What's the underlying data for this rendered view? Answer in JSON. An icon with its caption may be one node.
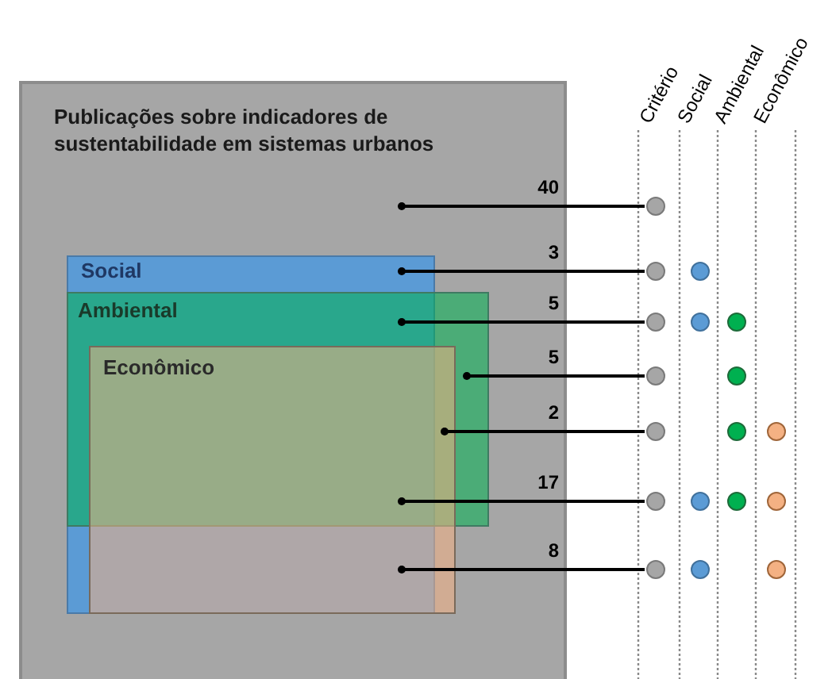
{
  "diagram": {
    "nodes": [
      {
        "text": [
          "Publicações sobre indicadores de sustentabilidade em sistemas urbanos"
        ]
      },
      {
        "text": [
          "Social"
        ],
        "in": 0
      },
      {
        "text": [
          "Ambiental"
        ],
        "in": 0
      },
      {
        "text": [
          "Econômico"
        ],
        "in": 0
      },
      {
        "text": [],
        "shape": "circle"
      },
      {
        "text": [],
        "shape": "circle"
      },
      {
        "text": [],
        "shape": "circle"
      },
      {
        "text": [],
        "shape": "circle"
      },
      {
        "text": [],
        "shape": "circle"
      },
      {
        "text": [],
        "shape": "circle"
      },
      {
        "text": [],
        "shape": "circle"
      },
      {
        "text": [],
        "shape": "circle"
      },
      {
        "text": [],
        "shape": "circle"
      },
      {
        "text": [],
        "shape": "circle"
      },
      {
        "text": [],
        "shape": "circle"
      },
      {
        "text": [],
        "shape": "circle"
      },
      {
        "text": [],
        "shape": "circle"
      },
      {
        "text": [],
        "shape": "circle"
      },
      {
        "text": [],
        "shape": "circle"
      },
      {
        "text": [],
        "shape": "circle"
      },
      {
        "text": [],
        "shape": "circle"
      },
      {
        "text": [],
        "shape": "circle"
      }
    ],
    "edges": [
      {
        "from": 4,
        "to": null,
        "arrow": "other",
        "label": "40"
      },
      {
        "from": 5,
        "to": 1,
        "arrow": "other",
        "label": "3"
      },
      {
        "from": 7,
        "to": 2,
        "arrow": "other",
        "label": "5"
      },
      {
        "from": 10,
        "to": 2,
        "arrow": "other",
        "label": "5"
      },
      {
        "from": 12,
        "to": 3,
        "arrow": "other",
        "label": "2"
      },
      {
        "from": 15,
        "to": 3,
        "arrow": "other",
        "label": "17"
      },
      {
        "from": 19,
        "to": 3,
        "arrow": "other",
        "label": "8"
      }
    ],
    "labels": [
      "Critério",
      "Social",
      "Ambiental",
      "Econômico"
    ]
  }
}
